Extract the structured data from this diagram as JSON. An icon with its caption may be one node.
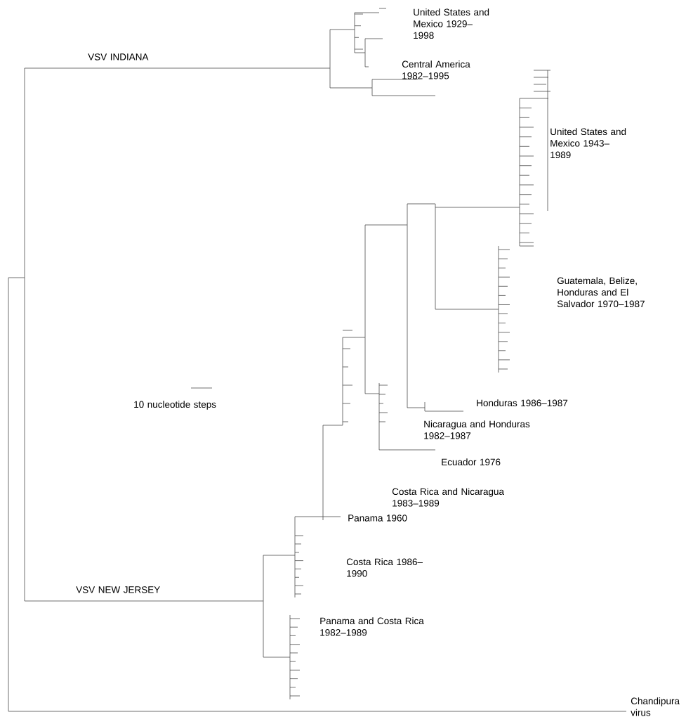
{
  "diagram": {
    "labels": [
      "United States and Mexico 1929–1998",
      "VSV INDIANA",
      "Central America 1982–1995",
      "United States and Mexico 1943–1989",
      "Guatemala, Belize, Honduras and El Salvador 1970–1987",
      "10 nucleotide steps",
      "Honduras 1986–1987",
      "Nicaragua and Honduras 1982–1987",
      "Ecuador 1976",
      "Costa Rica and Nicaragua 1983–1989",
      "Panama 1960",
      "Costa Rica 1986–1990",
      "VSV NEW JERSEY",
      "Panama and Costa Rica 1982–1989",
      "Chandipura virus"
    ]
  }
}
